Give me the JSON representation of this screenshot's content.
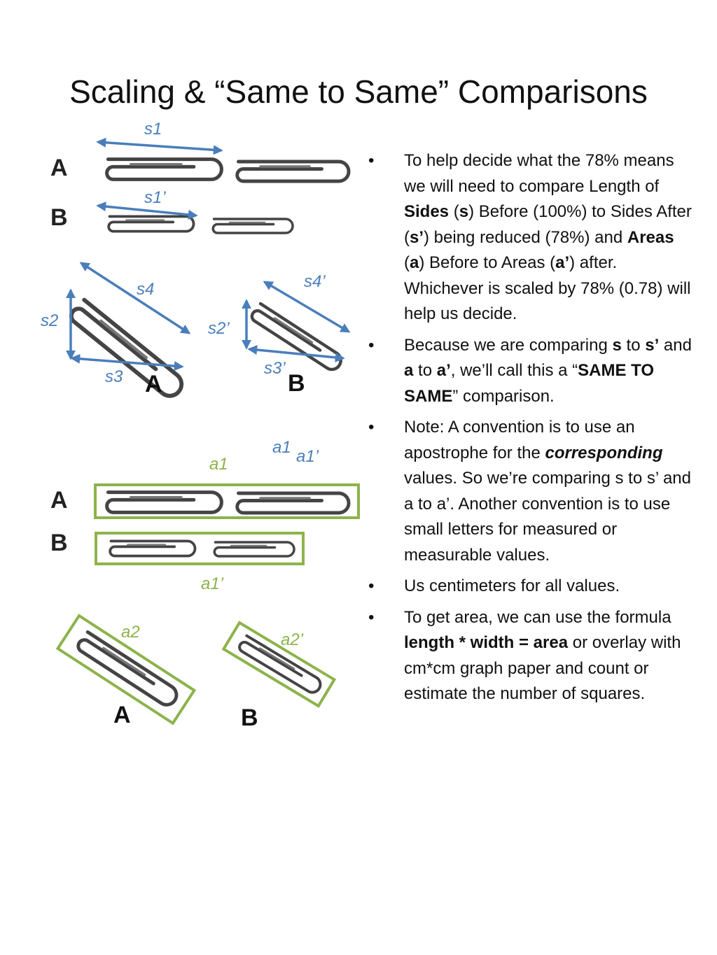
{
  "title": "Scaling & “Same to Same” Comparisons",
  "colors": {
    "side_arrow": "#4a7ebb",
    "area_box": "#8db34b",
    "clip_stroke": "#444444"
  },
  "icons": {
    "paperclip": "paperclip-icon"
  },
  "labels": {
    "row_a": "A",
    "row_b": "B",
    "s1": "s1",
    "s1_prime": "s1’",
    "s2": "s2",
    "s2_prime": "s2’",
    "s3": "s3",
    "s3_prime": "s3’",
    "s4": "s4",
    "s4_prime": "s4’",
    "a1": "a1",
    "a1_prime": "a1’",
    "a2": "a2",
    "a2_prime": "a2’"
  },
  "bullets": [
    {
      "parts": [
        {
          "text": "To help decide what the 78% means we will need to compare Length of "
        },
        {
          "text": "Sides",
          "bold": true
        },
        {
          "text": " ("
        },
        {
          "text": "s",
          "bold": true
        },
        {
          "text": ") Before (100%) to Sides After ("
        },
        {
          "text": "s’",
          "bold": true
        },
        {
          "text": ") being reduced (78%) and "
        },
        {
          "text": "Areas",
          "bold": true
        },
        {
          "text": " ("
        },
        {
          "text": "a",
          "bold": true
        },
        {
          "text": ") Before to Areas ("
        },
        {
          "text": "a’",
          "bold": true
        },
        {
          "text": ") after. Whichever is scaled by 78% (0.78) will help us decide."
        }
      ]
    },
    {
      "parts": [
        {
          "text": "Because we are comparing "
        },
        {
          "text": "s",
          "bold": true
        },
        {
          "text": " to "
        },
        {
          "text": "s’",
          "bold": true
        },
        {
          "text": " and "
        },
        {
          "text": "a",
          "bold": true
        },
        {
          "text": " to "
        },
        {
          "text": "a’",
          "bold": true
        },
        {
          "text": ", we’ll call this a “"
        },
        {
          "text": "SAME TO SAME",
          "bold": true
        },
        {
          "text": "” comparison."
        }
      ]
    },
    {
      "parts": [
        {
          "text": "Note: A convention is to use an apostrophe for the "
        },
        {
          "text": "corresponding",
          "bold": true,
          "italic": true
        },
        {
          "text": " values.  So we’re comparing s to s’ and a to a’.  Another convention is to use small letters for measured or measurable values."
        }
      ]
    },
    {
      "parts": [
        {
          "text": "Us centimeters for all values."
        }
      ]
    },
    {
      "parts": [
        {
          "text": "To get area, we can use the formula "
        },
        {
          "text": "length * width = area",
          "bold": true
        },
        {
          "text": " or overlay with cm*cm graph paper and count or estimate the number of squares."
        }
      ]
    }
  ]
}
